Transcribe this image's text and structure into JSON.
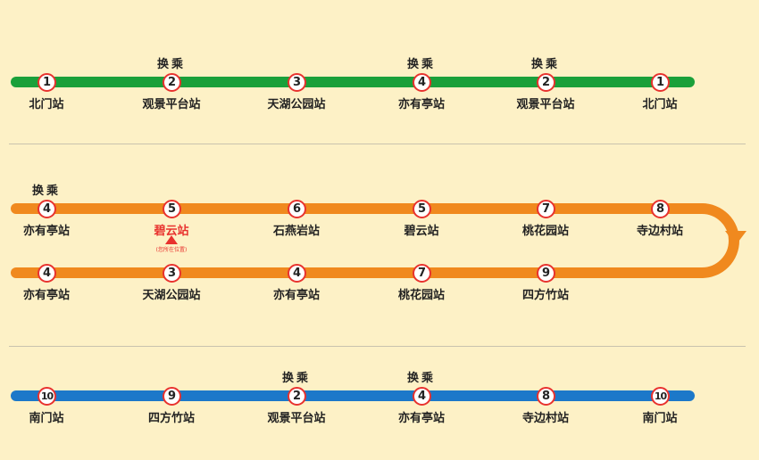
{
  "colors": {
    "green": "#1aa03a",
    "orange": "#f0891e",
    "blue": "#1c78c9",
    "ring": "#e8322e"
  },
  "line1": {
    "stations": [
      {
        "num": "1",
        "name": "北门站",
        "transfer": ""
      },
      {
        "num": "2",
        "name": "观景平台站",
        "transfer": "换乘"
      },
      {
        "num": "3",
        "name": "天湖公园站",
        "transfer": ""
      },
      {
        "num": "4",
        "name": "亦有亭站",
        "transfer": "换乘"
      },
      {
        "num": "2",
        "name": "观景平台站",
        "transfer": "换乘"
      },
      {
        "num": "1",
        "name": "北门站",
        "transfer": ""
      }
    ]
  },
  "line2": {
    "current_label": "(您所在位置)",
    "upper": [
      {
        "num": "4",
        "name": "亦有亭站",
        "transfer": "换乘"
      },
      {
        "num": "5",
        "name": "碧云站",
        "transfer": "",
        "current": true
      },
      {
        "num": "6",
        "name": "石燕岩站",
        "transfer": ""
      },
      {
        "num": "5",
        "name": "碧云站",
        "transfer": ""
      },
      {
        "num": "7",
        "name": "桃花园站",
        "transfer": ""
      },
      {
        "num": "8",
        "name": "寺边村站",
        "transfer": ""
      }
    ],
    "lower": [
      {
        "num": "4",
        "name": "亦有亭站",
        "transfer": ""
      },
      {
        "num": "3",
        "name": "天湖公园站",
        "transfer": ""
      },
      {
        "num": "4",
        "name": "亦有亭站",
        "transfer": ""
      },
      {
        "num": "7",
        "name": "桃花园站",
        "transfer": ""
      },
      {
        "num": "9",
        "name": "四方竹站",
        "transfer": ""
      }
    ]
  },
  "line3": {
    "stations": [
      {
        "num": "10",
        "name": "南门站",
        "transfer": ""
      },
      {
        "num": "9",
        "name": "四方竹站",
        "transfer": ""
      },
      {
        "num": "2",
        "name": "观景平台站",
        "transfer": "换乘"
      },
      {
        "num": "4",
        "name": "亦有亭站",
        "transfer": "换乘"
      },
      {
        "num": "8",
        "name": "寺边村站",
        "transfer": ""
      },
      {
        "num": "10",
        "name": "南门站",
        "transfer": ""
      }
    ]
  }
}
